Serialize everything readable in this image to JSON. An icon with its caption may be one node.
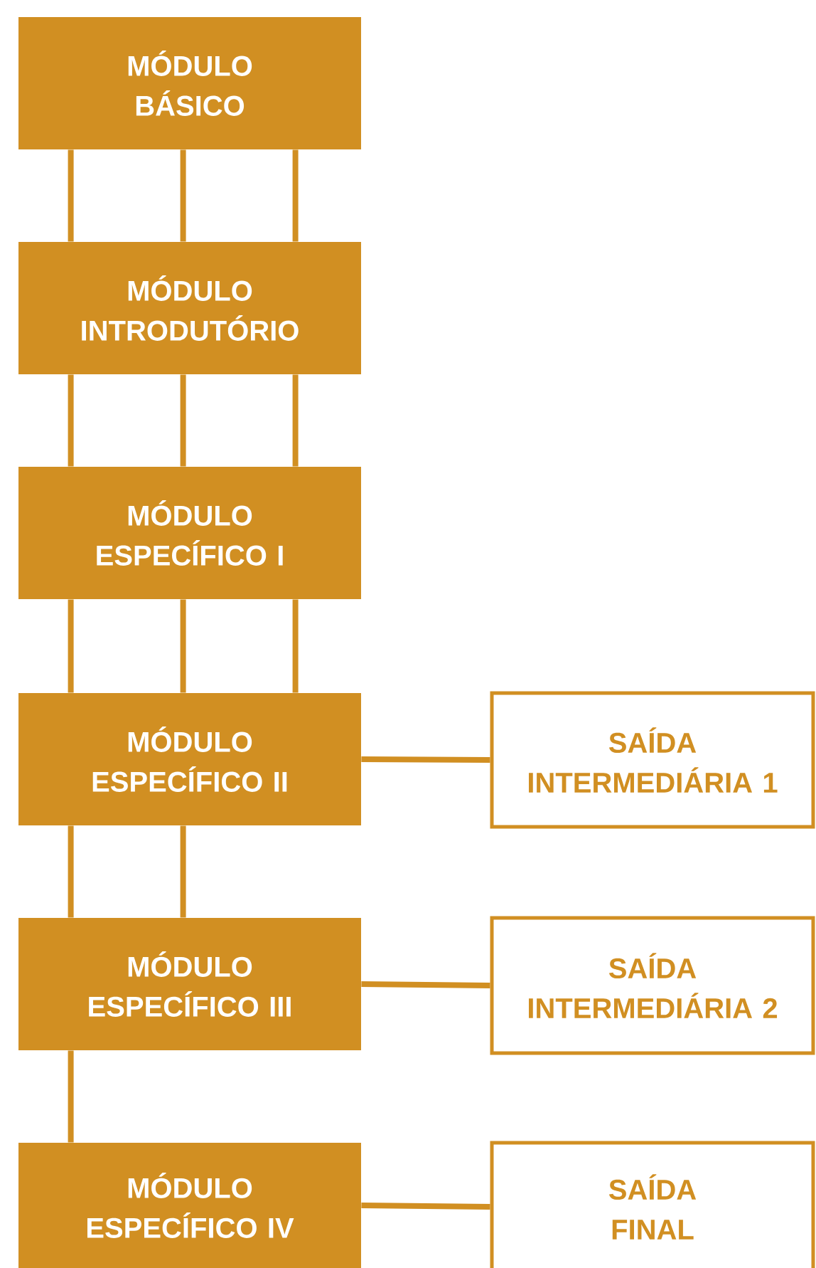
{
  "diagram": {
    "nodes": [
      {
        "text": [
          "MÓDULO BÁSICO"
        ]
      },
      {
        "text": [
          "MÓDULO INTRODUTÓRIO"
        ]
      },
      {
        "text": [
          "MÓDULO ESPECÍFICO I"
        ]
      },
      {
        "text": [
          "MÓDULO ESPECÍFICO II"
        ]
      },
      {
        "text": [
          "MÓDULO ESPECÍFICO III"
        ]
      },
      {
        "text": [
          "MÓDULO ESPECÍFICO IV"
        ]
      },
      {
        "text": [
          "SAÍDA INTERMEDIÁRIA 1"
        ]
      },
      {
        "text": [
          "SAÍDA INTERMEDIÁRIA 2"
        ]
      },
      {
        "text": [
          "SAÍDA FINAL"
        ]
      }
    ],
    "edges": [
      {
        "from": 0,
        "to": 1,
        "arrow": "none"
      },
      {
        "from": 0,
        "to": 1,
        "arrow": "none"
      },
      {
        "from": 0,
        "to": 1,
        "arrow": "none"
      },
      {
        "from": 1,
        "to": 2,
        "arrow": "none"
      },
      {
        "from": 1,
        "to": 2,
        "arrow": "none"
      },
      {
        "from": 1,
        "to": 2,
        "arrow": "none"
      },
      {
        "from": 2,
        "to": 3,
        "arrow": "none"
      },
      {
        "from": 2,
        "to": 3,
        "arrow": "none"
      },
      {
        "from": 2,
        "to": 3,
        "arrow": "none"
      },
      {
        "from": 3,
        "to": 4,
        "arrow": "none"
      },
      {
        "from": 3,
        "to": 4,
        "arrow": "none"
      },
      {
        "from": 4,
        "to": 5,
        "arrow": "none"
      },
      {
        "from": 3,
        "to": 6,
        "arrow": "none"
      },
      {
        "from": 4,
        "to": 7,
        "arrow": "none"
      },
      {
        "from": 5,
        "to": 8,
        "arrow": "none"
      }
    ]
  }
}
